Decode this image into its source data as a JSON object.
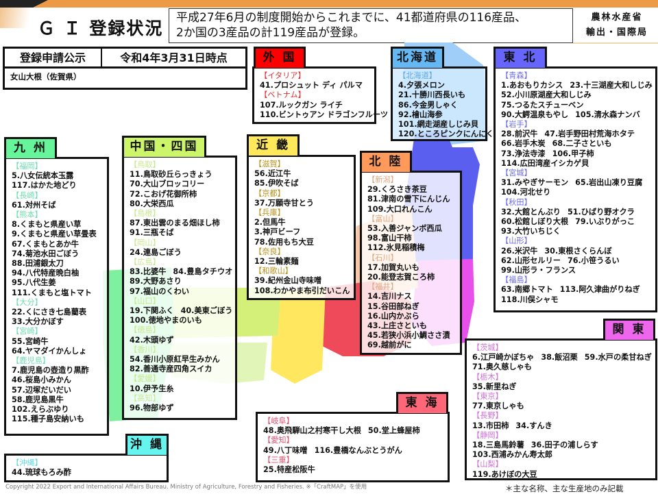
{
  "header": {
    "title": "Ｇ Ｉ 登録状況",
    "statement_line1": "平成27年6月の制度開始からこれまでに、41都道府県の116産品、",
    "statement_line2": "2か国の3産品の計119産品が登録。",
    "ministry_line1": "農林水産省",
    "ministry_line2": "輸出・国際局"
  },
  "announcement": {
    "label": "登録申請公示",
    "date": "令和4年3月31日時点",
    "item": "女山大根（佐賀県）"
  },
  "regions": [
    {
      "id": "gaikoku",
      "label": "外 国",
      "color": "#ff0000",
      "pref_color": "#e03030",
      "groups": [
        {
          "pref": "【イタリア】",
          "lines": [
            [
              "41.プロシュット ディ パルマ"
            ]
          ]
        },
        {
          "pref": "【ベトナム】",
          "lines": [
            [
              "107.ルックガン ライチ"
            ],
            [
              "110.ビントゥアン ドラゴンフルーツ"
            ]
          ]
        }
      ]
    },
    {
      "id": "hokkaido",
      "label": "北海道",
      "color": "#66b8f4",
      "pref_color": "#5fa8e0",
      "groups": [
        {
          "pref": "【北海道】",
          "lines": [
            [
              "4.夕張メロン"
            ],
            [
              "21.十勝川西長いも"
            ],
            [
              "86.今金男しゃく"
            ],
            [
              "92.檜山海参"
            ],
            [
              "101.網走湖産しじみ貝"
            ],
            [
              "120.ところピンクにんにく"
            ]
          ]
        }
      ]
    },
    {
      "id": "tohoku",
      "label": "東 北",
      "color": "#6666ff",
      "pref_color": "#6a6ae8",
      "groups": [
        {
          "pref": "【青森】",
          "lines": [
            [
              "1.あおもりカシス",
              "23.十三湖産大和しじみ"
            ],
            [
              "52.小川原湖産大和しじみ"
            ],
            [
              "75.つるたスチューベン"
            ],
            [
              "90.大鰐温泉もやし",
              "105.清水森ナンバ"
            ]
          ]
        },
        {
          "pref": "【岩手】",
          "lines": [
            [
              "28.前沢牛",
              "47.岩手野田村荒海ホタテ"
            ],
            [
              "66.岩手木炭",
              "68.二子さといも"
            ],
            [
              "73.浄法寺漆",
              "106.甲子柿"
            ],
            [
              "114.広田湾産イシカゲ貝"
            ]
          ]
        },
        {
          "pref": "【宮城】",
          "lines": [
            [
              "31.みやぎサーモン",
              "65.岩出山凍り豆腐"
            ],
            [
              "104.河北せり"
            ]
          ]
        },
        {
          "pref": "【秋田】",
          "lines": [
            [
              "32.大館とんぶり",
              "51.ひばり野オクラ"
            ],
            [
              "60.松館しぼり大根",
              "79.いぶりがっこ"
            ],
            [
              "93.大竹いちじく"
            ]
          ]
        },
        {
          "pref": "【山形】",
          "lines": [
            [
              "26.米沢牛",
              "30.東根さくらんぼ"
            ],
            [
              "62.山形セルリー",
              "76.小笹うるい"
            ],
            [
              "99.山形ラ・フランス"
            ]
          ]
        },
        {
          "pref": "【福島】",
          "lines": [
            [
              "63.南郷トマト",
              "113.阿久津曲がりねぎ"
            ],
            [
              "118.川俣シャモ"
            ]
          ]
        }
      ]
    },
    {
      "id": "kyushu",
      "label": "九 州",
      "color": "#66f59a",
      "pref_color": "#70dcb0",
      "groups": [
        {
          "pref": "【福岡】",
          "lines": [
            [
              "5.八女伝統本玉露"
            ],
            [
              "117.はかた地どり"
            ]
          ]
        },
        {
          "pref": "【長崎】",
          "lines": [
            [
              "61.対州そば"
            ]
          ]
        },
        {
          "pref": "【熊本】",
          "lines": [
            [
              "8.くまもと県産い草"
            ],
            [
              "9.くまもと県産い草畳表"
            ],
            [
              "67.くまもとあか牛"
            ],
            [
              "74.菊池水田ごぼう"
            ],
            [
              "88.田浦銀太刀"
            ],
            [
              "94.八代特産晩白柚"
            ],
            [
              "95.八代生姜"
            ],
            [
              "111.くまもと塩トマト"
            ]
          ]
        },
        {
          "pref": "【大分】",
          "lines": [
            [
              "22.くにさき七島藺表"
            ],
            [
              "33.大分かぼす"
            ]
          ]
        },
        {
          "pref": "【宮崎】",
          "lines": [
            [
              "55.宮崎牛"
            ],
            [
              "64.ヤマダイかんしょ"
            ]
          ]
        },
        {
          "pref": "【鹿児島】",
          "lines": [
            [
              "7.鹿児島の壺造り黒酢"
            ],
            [
              "46.桜島小みかん"
            ],
            [
              "57.辺塚だいだい"
            ],
            [
              "58.鹿児島黒牛"
            ],
            [
              "102.えらぶゆり"
            ],
            [
              "115.種子島安納いも"
            ]
          ]
        }
      ]
    },
    {
      "id": "chugoku",
      "label": "中国・四国",
      "color": "#ccf56a",
      "pref_color": "#c8e890",
      "groups": [
        {
          "pref": "【鳥取】",
          "lines": [
            [
              "11.鳥取砂丘らっきょう"
            ],
            [
              "70.大山ブロッコリー"
            ],
            [
              "72.こおげ花御所柿"
            ],
            [
              "80.大栄西瓜"
            ]
          ]
        },
        {
          "pref": "【島根】",
          "lines": [
            [
              "87.東出雲のまる畑ほし柿"
            ],
            [
              "91.三瓶そば"
            ]
          ]
        },
        {
          "pref": "【岡山】",
          "lines": [
            [
              "24.連島ごぼう"
            ]
          ]
        },
        {
          "pref": "【広島】",
          "lines": [
            [
              "83.比婆牛",
              "84.豊島タチウオ"
            ],
            [
              "89.大野あさり"
            ],
            [
              "97.福山のくわい"
            ]
          ]
        },
        {
          "pref": "【山口】",
          "lines": [
            [
              "19.下関ふく",
              "40.美東ごぼう"
            ],
            [
              "100.徳地やまのいも"
            ]
          ]
        },
        {
          "pref": "【徳島】",
          "lines": [
            [
              "42.木頭ゆず"
            ]
          ]
        },
        {
          "pref": "【香川】",
          "lines": [
            [
              "54.香川小原紅早生みかん"
            ],
            [
              "82.善通寺産四角スイカ"
            ]
          ]
        },
        {
          "pref": "【愛媛】",
          "lines": [
            [
              "10.伊予生糸"
            ]
          ]
        },
        {
          "pref": "【高知】",
          "lines": [
            [
              "96.物部ゆず"
            ]
          ]
        }
      ]
    },
    {
      "id": "kinki",
      "label": "近 畿",
      "color": "#ffe95a",
      "pref_color": "#b8901a",
      "groups": [
        {
          "pref": "【滋賀】",
          "lines": [
            [
              "56.近江牛"
            ],
            [
              "85.伊吹そば"
            ]
          ]
        },
        {
          "pref": "【京都】",
          "lines": [
            [
              "37.万願寺甘とう"
            ]
          ]
        },
        {
          "pref": "【兵庫】",
          "lines": [
            [
              "2.但馬牛"
            ],
            [
              "3.神戸ビーフ"
            ],
            [
              "78.佐用もち大豆"
            ]
          ]
        },
        {
          "pref": "【奈良】",
          "lines": [
            [
              "12.三輪素麺"
            ]
          ]
        },
        {
          "pref": "【和歌山】",
          "lines": [
            [
              "39.紀州金山寺味噌"
            ],
            [
              "108.わかやま布引だいこん"
            ]
          ]
        }
      ]
    },
    {
      "id": "hokuriku",
      "label": "北 陸",
      "color": "#ff9a5a",
      "pref_color": "#e0a880",
      "groups": [
        {
          "pref": "【新潟】",
          "lines": [
            [
              "29.くろさき茶豆"
            ],
            [
              "81.津南の雪下にんじん"
            ],
            [
              "109.大口れんこん"
            ]
          ]
        },
        {
          "pref": "【富山】",
          "lines": [
            [
              "53.入善ジャンボ西瓜"
            ],
            [
              "98.富山干柿"
            ],
            [
              "112.氷見稲積梅"
            ]
          ]
        },
        {
          "pref": "【石川】",
          "lines": [
            [
              "17.加賀丸いも"
            ],
            [
              "20.能登志賀ころ柿"
            ]
          ]
        },
        {
          "pref": "【福井】",
          "lines": [
            [
              "14.吉川ナス"
            ],
            [
              "15.谷田部ねぎ"
            ],
            [
              "16.山内かぶら"
            ],
            [
              "43.上庄さといも"
            ],
            [
              "45.若狭小浜小鯛ささ漬"
            ],
            [
              "69.越前がに"
            ]
          ]
        }
      ]
    },
    {
      "id": "kanto",
      "label": "関 東",
      "color": "#ee66ee",
      "pref_color": "#d070d8",
      "groups": [
        {
          "pref": "【茨城】",
          "lines": [
            [
              "6.江戸崎かぼちゃ",
              "38.飯沼栗",
              "59.水戸の柔甘ねぎ"
            ],
            [
              "71.奥久慈しゃも"
            ]
          ]
        },
        {
          "pref": "【栃木】",
          "lines": [
            [
              "35.新里ねぎ"
            ]
          ]
        },
        {
          "pref": "【東京】",
          "lines": [
            [
              "77.東京しゃも"
            ]
          ]
        },
        {
          "pref": "【長野】",
          "lines": [
            [
              "13.市田柿",
              "34.すんき"
            ]
          ]
        },
        {
          "pref": "【静岡】",
          "lines": [
            [
              "18.三島馬鈴薯",
              "36.田子の浦しらす"
            ],
            [
              "103.西浦みかん寿太郎"
            ]
          ]
        },
        {
          "pref": "【山梨】",
          "lines": [
            [
              "119.あけぼの大豆"
            ]
          ]
        }
      ]
    },
    {
      "id": "tokai",
      "label": "東 海",
      "color": "#ff6677",
      "pref_color": "#e05070",
      "groups": [
        {
          "pref": "【岐阜】",
          "lines": [
            [
              "48.奥飛騨山之村寒干し大根",
              "50.堂上蜂屋柿"
            ]
          ]
        },
        {
          "pref": "【愛知】",
          "lines": [
            [
              "49.八丁味噌",
              "116.豊橋なんぶとうがん"
            ]
          ]
        },
        {
          "pref": "【三重】",
          "lines": [
            [
              "25.特産松阪牛"
            ]
          ]
        }
      ]
    },
    {
      "id": "okinawa",
      "label": "沖 縄",
      "color": "#66f5ee",
      "pref_color": "#66d8dd",
      "groups": [
        {
          "pref": "【沖縄】",
          "lines": [
            [
              "44.琉球もろみ酢"
            ]
          ]
        }
      ]
    }
  ],
  "footer": {
    "copyright": "Copyright 2022 Export and  International Affairs Bureau.   Ministry of Agriculture, Forestry and Fisheries.  ※「CraftMAP」を使用",
    "note": "＊主な名称、主な生産地のみ記載"
  }
}
